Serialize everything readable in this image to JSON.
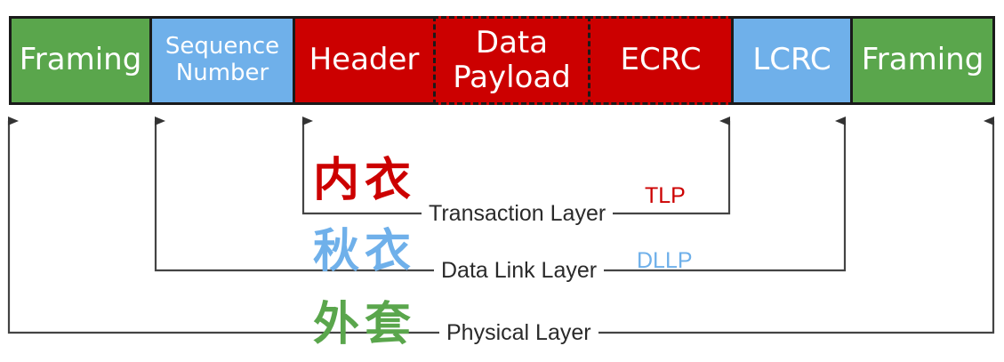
{
  "colors": {
    "framing": "#5aa64c",
    "dll": "#6fb0ea",
    "tlp": "#cc0000",
    "chinese_blue": "#6fb0ea",
    "chinese_green": "#5aa64c"
  },
  "packet": {
    "framing_start": "Framing",
    "sequence_line1": "Sequence",
    "sequence_line2": "Number",
    "header": "Header",
    "payload_line1": "Data",
    "payload_line2": "Payload",
    "ecrc": "ECRC",
    "lcrc": "LCRC",
    "framing_end": "Framing"
  },
  "layers": {
    "transaction": "Transaction Layer",
    "data_link": "Data Link Layer",
    "physical": "Physical Layer"
  },
  "tags": {
    "tlp": "TLP",
    "dllp": "DLLP"
  },
  "chinese": {
    "inner": "内衣",
    "middle": "秋衣",
    "outer": "外套"
  }
}
